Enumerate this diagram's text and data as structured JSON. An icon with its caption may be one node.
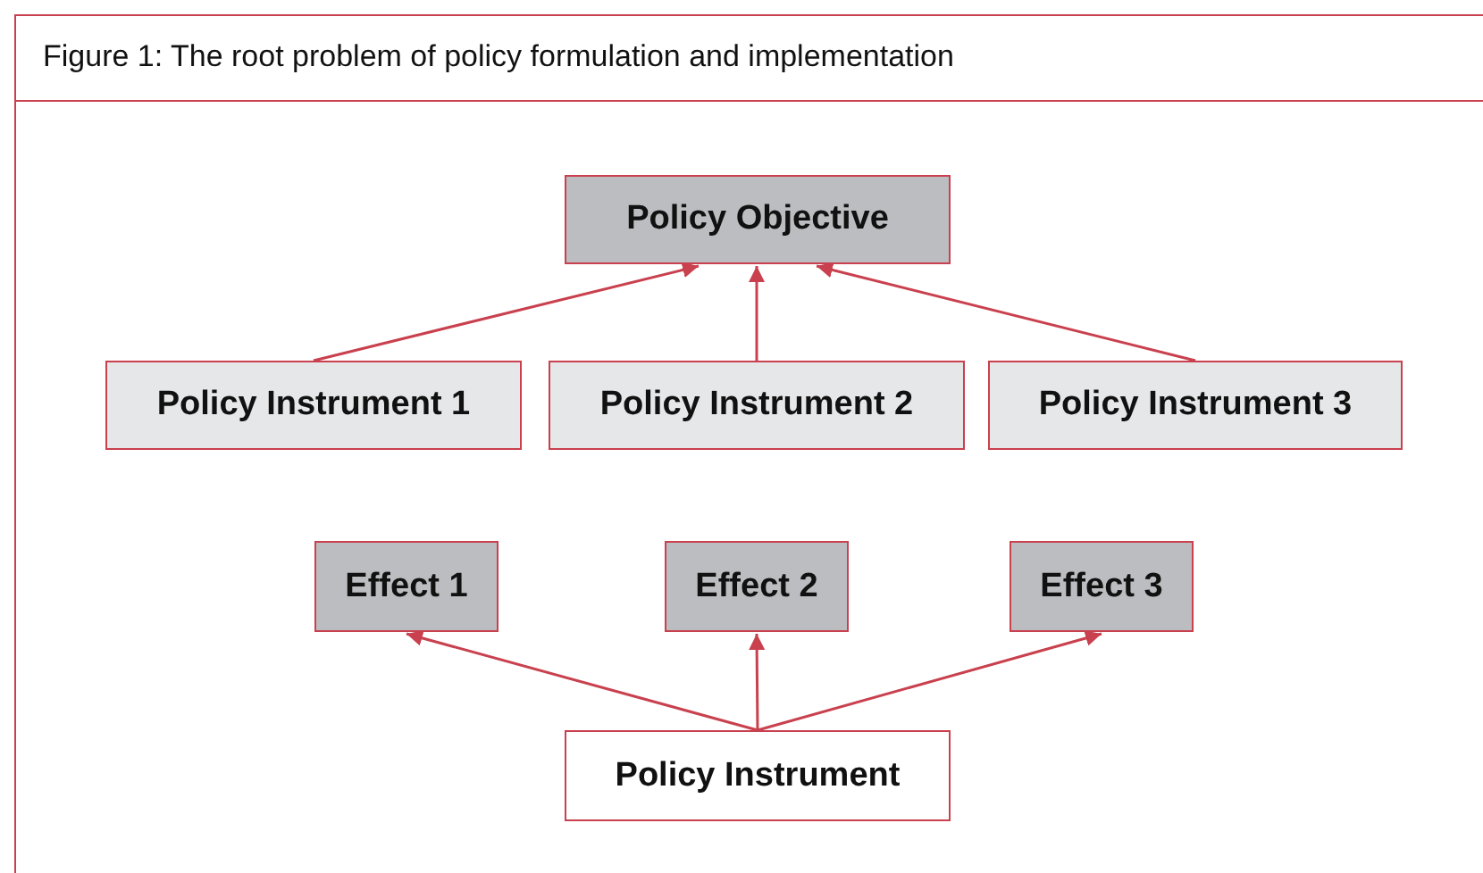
{
  "diagram": {
    "title": "Figure 1: The root problem of policy formulation and implementation",
    "nodes": [
      {
        "text": [
          "Policy Objective"
        ]
      },
      {
        "text": [
          "Policy Instrument 1"
        ]
      },
      {
        "text": [
          "Policy Instrument 2"
        ]
      },
      {
        "text": [
          "Policy Instrument 3"
        ]
      },
      {
        "text": [
          "Effect 1"
        ]
      },
      {
        "text": [
          "Effect 2"
        ]
      },
      {
        "text": [
          "Effect 3"
        ]
      },
      {
        "text": [
          "Policy Instrument"
        ]
      }
    ],
    "edges": [
      {
        "from": 1,
        "to": 0,
        "arrow": "to"
      },
      {
        "from": 2,
        "to": 0,
        "arrow": "to"
      },
      {
        "from": 3,
        "to": 0,
        "arrow": "to"
      },
      {
        "from": 7,
        "to": 4,
        "arrow": "to"
      },
      {
        "from": 7,
        "to": 5,
        "arrow": "to"
      },
      {
        "from": 7,
        "to": 6,
        "arrow": "to"
      }
    ]
  }
}
